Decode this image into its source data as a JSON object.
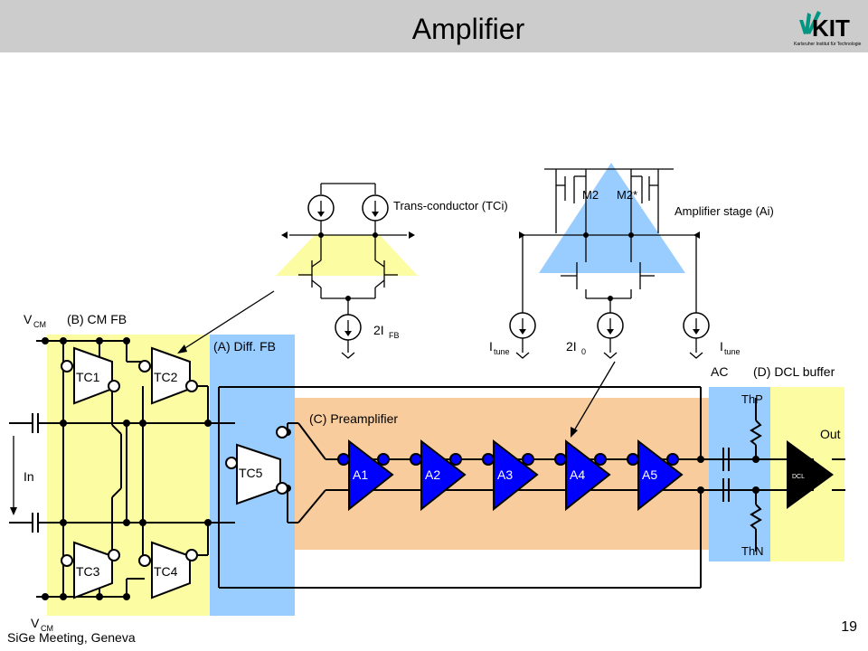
{
  "slide": {
    "title": "Amplifier",
    "footer_left": "SiGe Meeting, Geneva",
    "page_number": "19",
    "logo_text": "KIT",
    "logo_subtext": "Karlsruher Institut für Technologie"
  },
  "labels": {
    "vcm_top": "V",
    "vcm_top_sub": "CM",
    "vcm_bottom": "V",
    "vcm_bottom_sub": "CM",
    "cm_fb": "(B) CM FB",
    "diff_fb": "(A) Diff. FB",
    "preamp": "(C) Preamplifier",
    "ac": "AC",
    "dcl_buffer": "(D) DCL buffer",
    "input": "In",
    "output": "Out",
    "thp": "ThP",
    "thn": "ThN",
    "dcl": "DCL",
    "trans_conductor": "Trans-conductor (TCi)",
    "amp_stage": "Amplifier stage (Ai)",
    "i_fb": "2I",
    "i_fb_sub": "FB",
    "i_tune_left": "I",
    "i_tune_left_sub": "tune",
    "i_zero": "2I",
    "i_zero_sub": "0",
    "i_tune_right": "I",
    "i_tune_right_sub": "tune",
    "m2": "M2",
    "m2star": "M2*"
  },
  "blocks": {
    "tc1": "TC1",
    "tc2": "TC2",
    "tc3": "TC3",
    "tc4": "TC4",
    "tc5": "TC5",
    "a1": "A1",
    "a2": "A2",
    "a3": "A3",
    "a4": "A4",
    "a5": "A5"
  },
  "colors": {
    "yellow": "#fcfca2",
    "blue": "#99ccff",
    "orange": "#f9cc9d",
    "amp_blue": "#0000ff",
    "header_gray": "#cccccc",
    "kit_green": "#009682"
  }
}
